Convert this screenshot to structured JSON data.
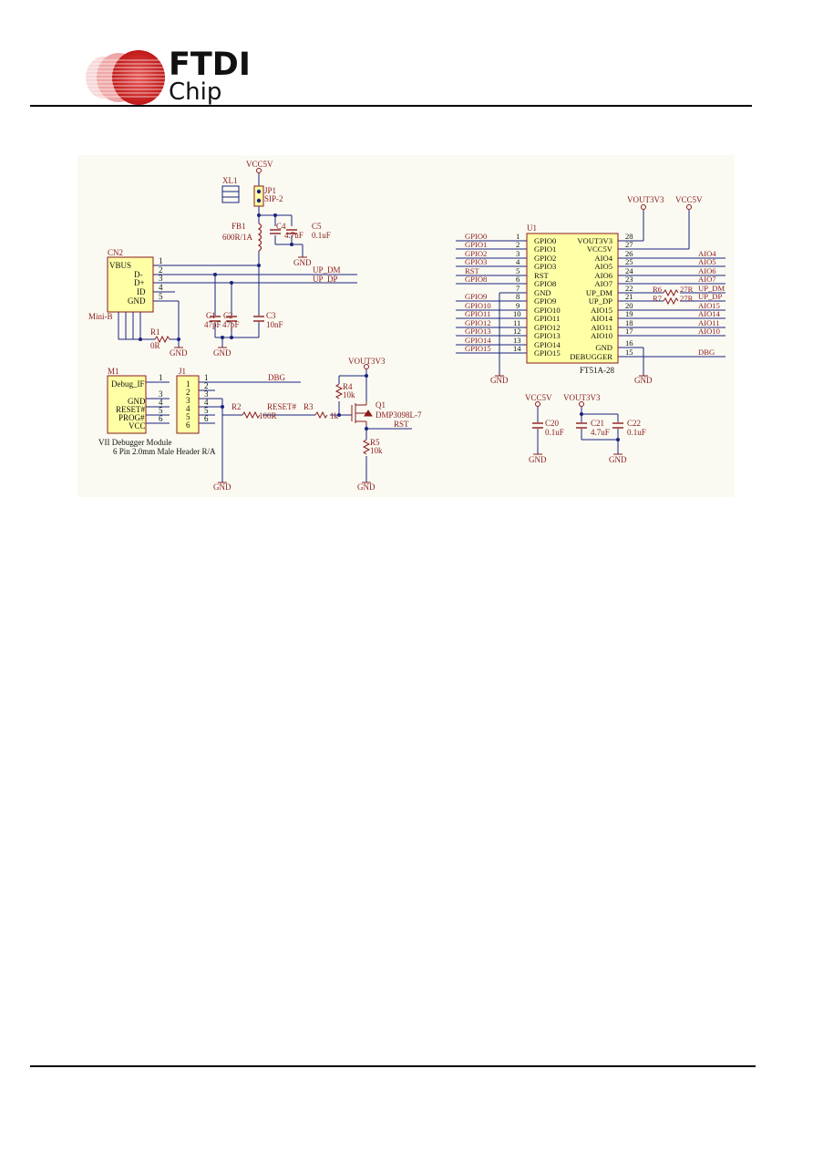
{
  "header": {
    "logo_text": "FTDI",
    "logo_subtext": "Chip"
  },
  "colors": {
    "accent_red": "#cc1f1f",
    "wire": "#1a237e",
    "label": "#8b1a1a",
    "part_fill": "#ffffa6",
    "schematic_bg": "#fafaf2"
  },
  "schematic": {
    "power": {
      "vcc5v_top": "VCC5V",
      "vout3v3_q": "VOUT3V3",
      "vout3v3_u1": "VOUT3V3",
      "vcc5v_u1": "VCC5V",
      "vcc5v_c20": "VCC5V",
      "vout3v3_c21": "VOUT3V3"
    },
    "gnd": "GND",
    "xl1": "XL1",
    "jp1": {
      "ref": "JP1",
      "value": "SIP-2"
    },
    "fb1": {
      "ref": "FB1",
      "value": "600R/1A"
    },
    "c4": {
      "ref": "C4",
      "value": "4.7uF"
    },
    "c5": {
      "ref": "C5",
      "value": "0.1uF"
    },
    "cn2": {
      "ref": "CN2",
      "type": "Mini-B",
      "pins": [
        {
          "name": "VBUS",
          "num": "1"
        },
        {
          "name": "D-",
          "num": "2"
        },
        {
          "name": "D+",
          "num": "3"
        },
        {
          "name": "ID",
          "num": "4"
        },
        {
          "name": "GND",
          "num": "5"
        }
      ]
    },
    "net_up_dm": "UP_DM",
    "net_up_dp": "UP_DP",
    "c1": {
      "ref": "C1",
      "value": "47pF"
    },
    "c2": {
      "ref": "C2",
      "value": "47pF"
    },
    "c3": {
      "ref": "C3",
      "value": "10nF"
    },
    "r1": {
      "ref": "R1",
      "value": "0R"
    },
    "m1": {
      "ref": "M1",
      "title": "Debug_IF",
      "pins": [
        {
          "name": "GND",
          "num": "3"
        },
        {
          "name": "RESET#",
          "num": "4"
        },
        {
          "name": "PROG#",
          "num": "5"
        },
        {
          "name": "VCC",
          "num": "6"
        }
      ],
      "pin1": "1",
      "caption1": "VII Debugger Module",
      "caption2": "6 Pin 2.0mm Male Header R/A"
    },
    "j1": {
      "ref": "J1",
      "pins": [
        "1",
        "2",
        "3",
        "4",
        "5",
        "6"
      ]
    },
    "net_dbg": "DBG",
    "net_reset": "RESET#",
    "r2": {
      "ref": "R2",
      "value": "100R"
    },
    "r3": {
      "ref": "R3",
      "value": "1k"
    },
    "r4": {
      "ref": "R4",
      "value": "10k"
    },
    "r5": {
      "ref": "R5",
      "value": "10k"
    },
    "q1": {
      "ref": "Q1",
      "value": "DMP3098L-7"
    },
    "net_rst": "RST",
    "u1": {
      "ref": "U1",
      "part": "FT51A-28",
      "left_pins": [
        {
          "net": "GPIO0",
          "num": "1",
          "name": "GPIO0"
        },
        {
          "net": "GPIO1",
          "num": "2",
          "name": "GPIO1"
        },
        {
          "net": "GPIO2",
          "num": "3",
          "name": "GPIO2"
        },
        {
          "net": "GPIO3",
          "num": "4",
          "name": "GPIO3"
        },
        {
          "net": "RST",
          "num": "5",
          "name": "RST"
        },
        {
          "net": "GPIO8",
          "num": "6",
          "name": "GPIO8"
        },
        {
          "net": "",
          "num": "7",
          "name": "GND"
        },
        {
          "net": "GPIO9",
          "num": "8",
          "name": "GPIO9"
        },
        {
          "net": "GPIO10",
          "num": "9",
          "name": "GPIO10"
        },
        {
          "net": "GPIO11",
          "num": "10",
          "name": "GPIO11"
        },
        {
          "net": "GPIO12",
          "num": "11",
          "name": "GPIO12"
        },
        {
          "net": "GPIO13",
          "num": "12",
          "name": "GPIO13"
        },
        {
          "net": "GPIO14",
          "num": "13",
          "name": "GPIO14"
        },
        {
          "net": "GPIO15",
          "num": "14",
          "name": "GPIO15"
        }
      ],
      "right_pins": [
        {
          "name": "VOUT3V3",
          "num": "28",
          "net": ""
        },
        {
          "name": "VCC5V",
          "num": "27",
          "net": ""
        },
        {
          "name": "AIO4",
          "num": "26",
          "net": "AIO4"
        },
        {
          "name": "AIO5",
          "num": "25",
          "net": "AIO5"
        },
        {
          "name": "AIO6",
          "num": "24",
          "net": "AIO6"
        },
        {
          "name": "AIO7",
          "num": "23",
          "net": "AIO7"
        },
        {
          "name": "UP_DM",
          "num": "22",
          "net": "UP_DM"
        },
        {
          "name": "UP_DP",
          "num": "21",
          "net": "UP_DP"
        },
        {
          "name": "AIO15",
          "num": "20",
          "net": "AIO15"
        },
        {
          "name": "AIO14",
          "num": "19",
          "net": "AIO14"
        },
        {
          "name": "AIO11",
          "num": "18",
          "net": "AIO11"
        },
        {
          "name": "AIO10",
          "num": "17",
          "net": "AIO10"
        },
        {
          "name": "GND",
          "num": "16",
          "net": ""
        },
        {
          "name": "DEBUGGER",
          "num": "15",
          "net": "DBG"
        }
      ]
    },
    "r6": {
      "ref": "R6",
      "value": "27R"
    },
    "r7": {
      "ref": "R7",
      "value": "27R"
    },
    "c20": {
      "ref": "C20",
      "value": "0.1uF"
    },
    "c21": {
      "ref": "C21",
      "value": "4.7uF"
    },
    "c22": {
      "ref": "C22",
      "value": "0.1uF"
    }
  }
}
